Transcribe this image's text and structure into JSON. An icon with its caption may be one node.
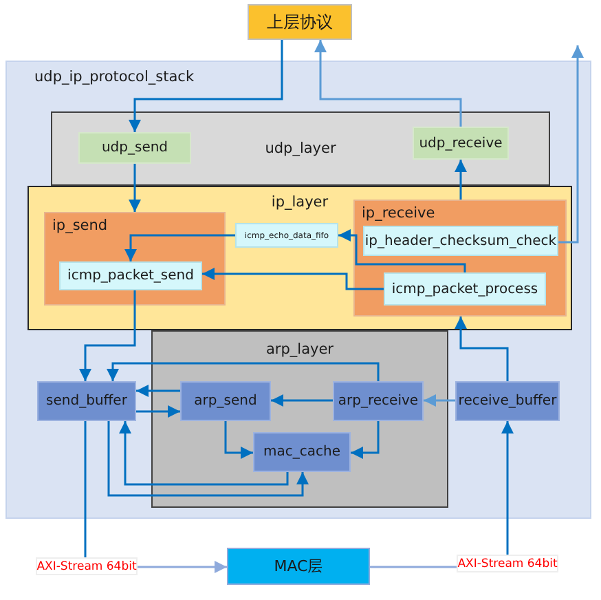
{
  "diagram": {
    "nodes": [
      {
        "text": [
          "上层协议"
        ]
      },
      {
        "text": [
          "udp_ip_protocol_stack"
        ]
      },
      {
        "text": [
          "udp_layer"
        ],
        "in": 1
      },
      {
        "text": [
          "udp_send"
        ],
        "in": 2
      },
      {
        "text": [
          "udp_receive"
        ],
        "in": 2
      },
      {
        "text": [
          "ip_layer"
        ],
        "in": 1
      },
      {
        "text": [
          "ip_send"
        ],
        "in": 5
      },
      {
        "text": [
          "icmp_packet_send"
        ],
        "in": 6
      },
      {
        "text": [
          "icmp_echo_data_fifo"
        ],
        "in": 5
      },
      {
        "text": [
          "ip_receive"
        ],
        "in": 5
      },
      {
        "text": [
          "ip_header_checksum_check"
        ],
        "in": 9
      },
      {
        "text": [
          "icmp_packet_process"
        ],
        "in": 9
      },
      {
        "text": [
          "arp_layer"
        ],
        "in": 1
      },
      {
        "text": [
          "send_buffer"
        ],
        "in": 1
      },
      {
        "text": [
          "arp_send"
        ],
        "in": 12
      },
      {
        "text": [
          "arp_receive"
        ],
        "in": 12
      },
      {
        "text": [
          "receive_buffer"
        ],
        "in": 1
      },
      {
        "text": [
          "mac_cache"
        ],
        "in": 12
      },
      {
        "text": [
          "MAC层"
        ]
      },
      {
        "text": [
          "AXI-Stream 64bit"
        ]
      },
      {
        "text": [
          "AXI-Stream 64bit"
        ]
      }
    ],
    "edges": [
      {
        "from": 0,
        "to": 3,
        "arrow": "to"
      },
      {
        "from": 4,
        "to": 0,
        "arrow": "to",
        "color": "#5b9bd5"
      },
      {
        "from": 10,
        "to": null,
        "arrow": "to",
        "color": "#5b9bd5"
      },
      {
        "from": 3,
        "to": 6,
        "arrow": "to"
      },
      {
        "from": 9,
        "to": 4,
        "arrow": "to"
      },
      {
        "from": 8,
        "to": 7,
        "arrow": "to"
      },
      {
        "from": 11,
        "to": 8,
        "arrow": "to"
      },
      {
        "from": 11,
        "to": 7,
        "arrow": "to"
      },
      {
        "from": 7,
        "to": 13,
        "arrow": "to"
      },
      {
        "from": 16,
        "to": 9,
        "arrow": "to"
      },
      {
        "from": 15,
        "to": 13,
        "arrow": "to"
      },
      {
        "from": 14,
        "to": 13,
        "arrow": "to"
      },
      {
        "from": 13,
        "to": 14,
        "arrow": "to"
      },
      {
        "from": 15,
        "to": 14,
        "arrow": "to"
      },
      {
        "from": 16,
        "to": 15,
        "arrow": "to",
        "color": "#5b9bd5"
      },
      {
        "from": 14,
        "to": 17,
        "arrow": "to"
      },
      {
        "from": 15,
        "to": 17,
        "arrow": "to"
      },
      {
        "from": 17,
        "to": 13,
        "arrow": "to"
      },
      {
        "from": 13,
        "to": 17,
        "arrow": "to"
      },
      {
        "from": 13,
        "to": 19,
        "arrow": "none"
      },
      {
        "from": 19,
        "to": 18,
        "arrow": "to",
        "color": "#8faadc"
      },
      {
        "from": 18,
        "to": 20,
        "arrow": "none",
        "color": "#8faadc"
      },
      {
        "from": 20,
        "to": 16,
        "arrow": "to"
      }
    ]
  }
}
